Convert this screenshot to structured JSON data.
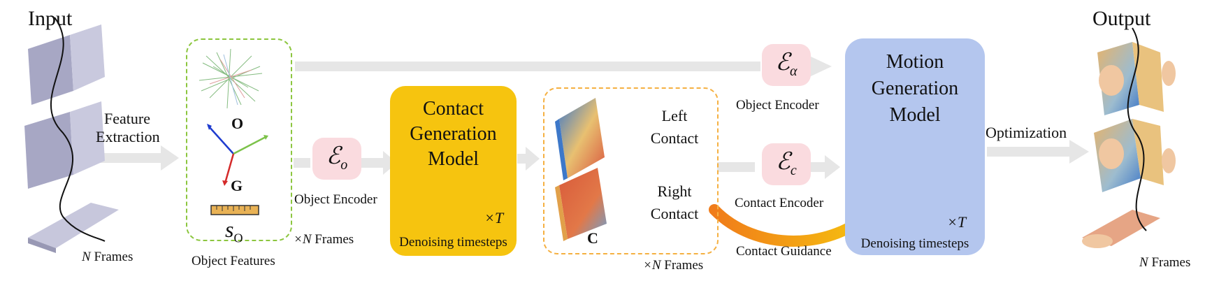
{
  "input": {
    "title": "Input",
    "frames": "N Frames",
    "frames_n": "N",
    "frames_word": "Frames"
  },
  "feature_extraction": {
    "line1": "Feature",
    "line2": "Extraction"
  },
  "object_features": {
    "label": "Object Features",
    "O": "O",
    "G": "G",
    "s_main": "s",
    "s_sub": "O",
    "multiplier": "×N Frames",
    "mult_n": "×N",
    "mult_word": "Frames"
  },
  "object_encoder_o": {
    "symbol": "ℰ",
    "sub": "o",
    "label": "Object Encoder"
  },
  "contact_generation": {
    "title_lines": [
      "Contact",
      "Generation",
      "Model"
    ],
    "timesteps_label": "Denoising timesteps",
    "times": "×T"
  },
  "contacts": {
    "left_line1": "Left",
    "left_line2": "Contact",
    "right_line1": "Right",
    "right_line2": "Contact",
    "C": "C",
    "multiplier_n": "×N",
    "multiplier_word": "Frames"
  },
  "object_encoder_alpha": {
    "symbol": "ℰ",
    "sub": "α",
    "label": "Object Encoder"
  },
  "contact_encoder": {
    "symbol": "ℰ",
    "sub": "c",
    "label": "Contact Encoder"
  },
  "contact_guidance": "Contact Guidance",
  "motion_generation": {
    "title_lines": [
      "Motion",
      "Generation",
      "Model"
    ],
    "timesteps_label": "Denoising timesteps",
    "times": "×T"
  },
  "optimization": "Optimization",
  "output": {
    "title": "Output",
    "frames_n": "N",
    "frames_word": "Frames"
  },
  "colors": {
    "arrow_gray": "#e6e6e6",
    "green_dash": "#8cc63f",
    "orange_dash": "#f5b041",
    "contact_model": "#f6c40f",
    "motion_model": "#b4c6ee",
    "encoder": "#fadbdf"
  }
}
